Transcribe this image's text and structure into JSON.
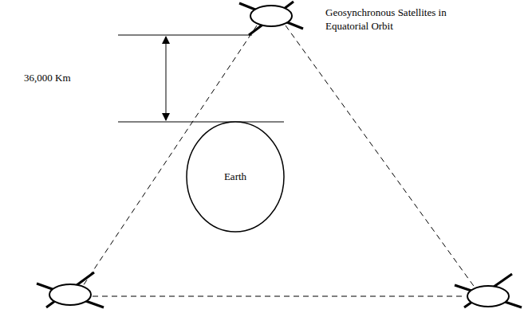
{
  "diagram": {
    "nodes": [
      {
        "text": [
          "Earth"
        ]
      }
    ],
    "labels": [
      "36,000 Km",
      "Geosynchronous Satellites in Equatorial Orbit"
    ]
  }
}
